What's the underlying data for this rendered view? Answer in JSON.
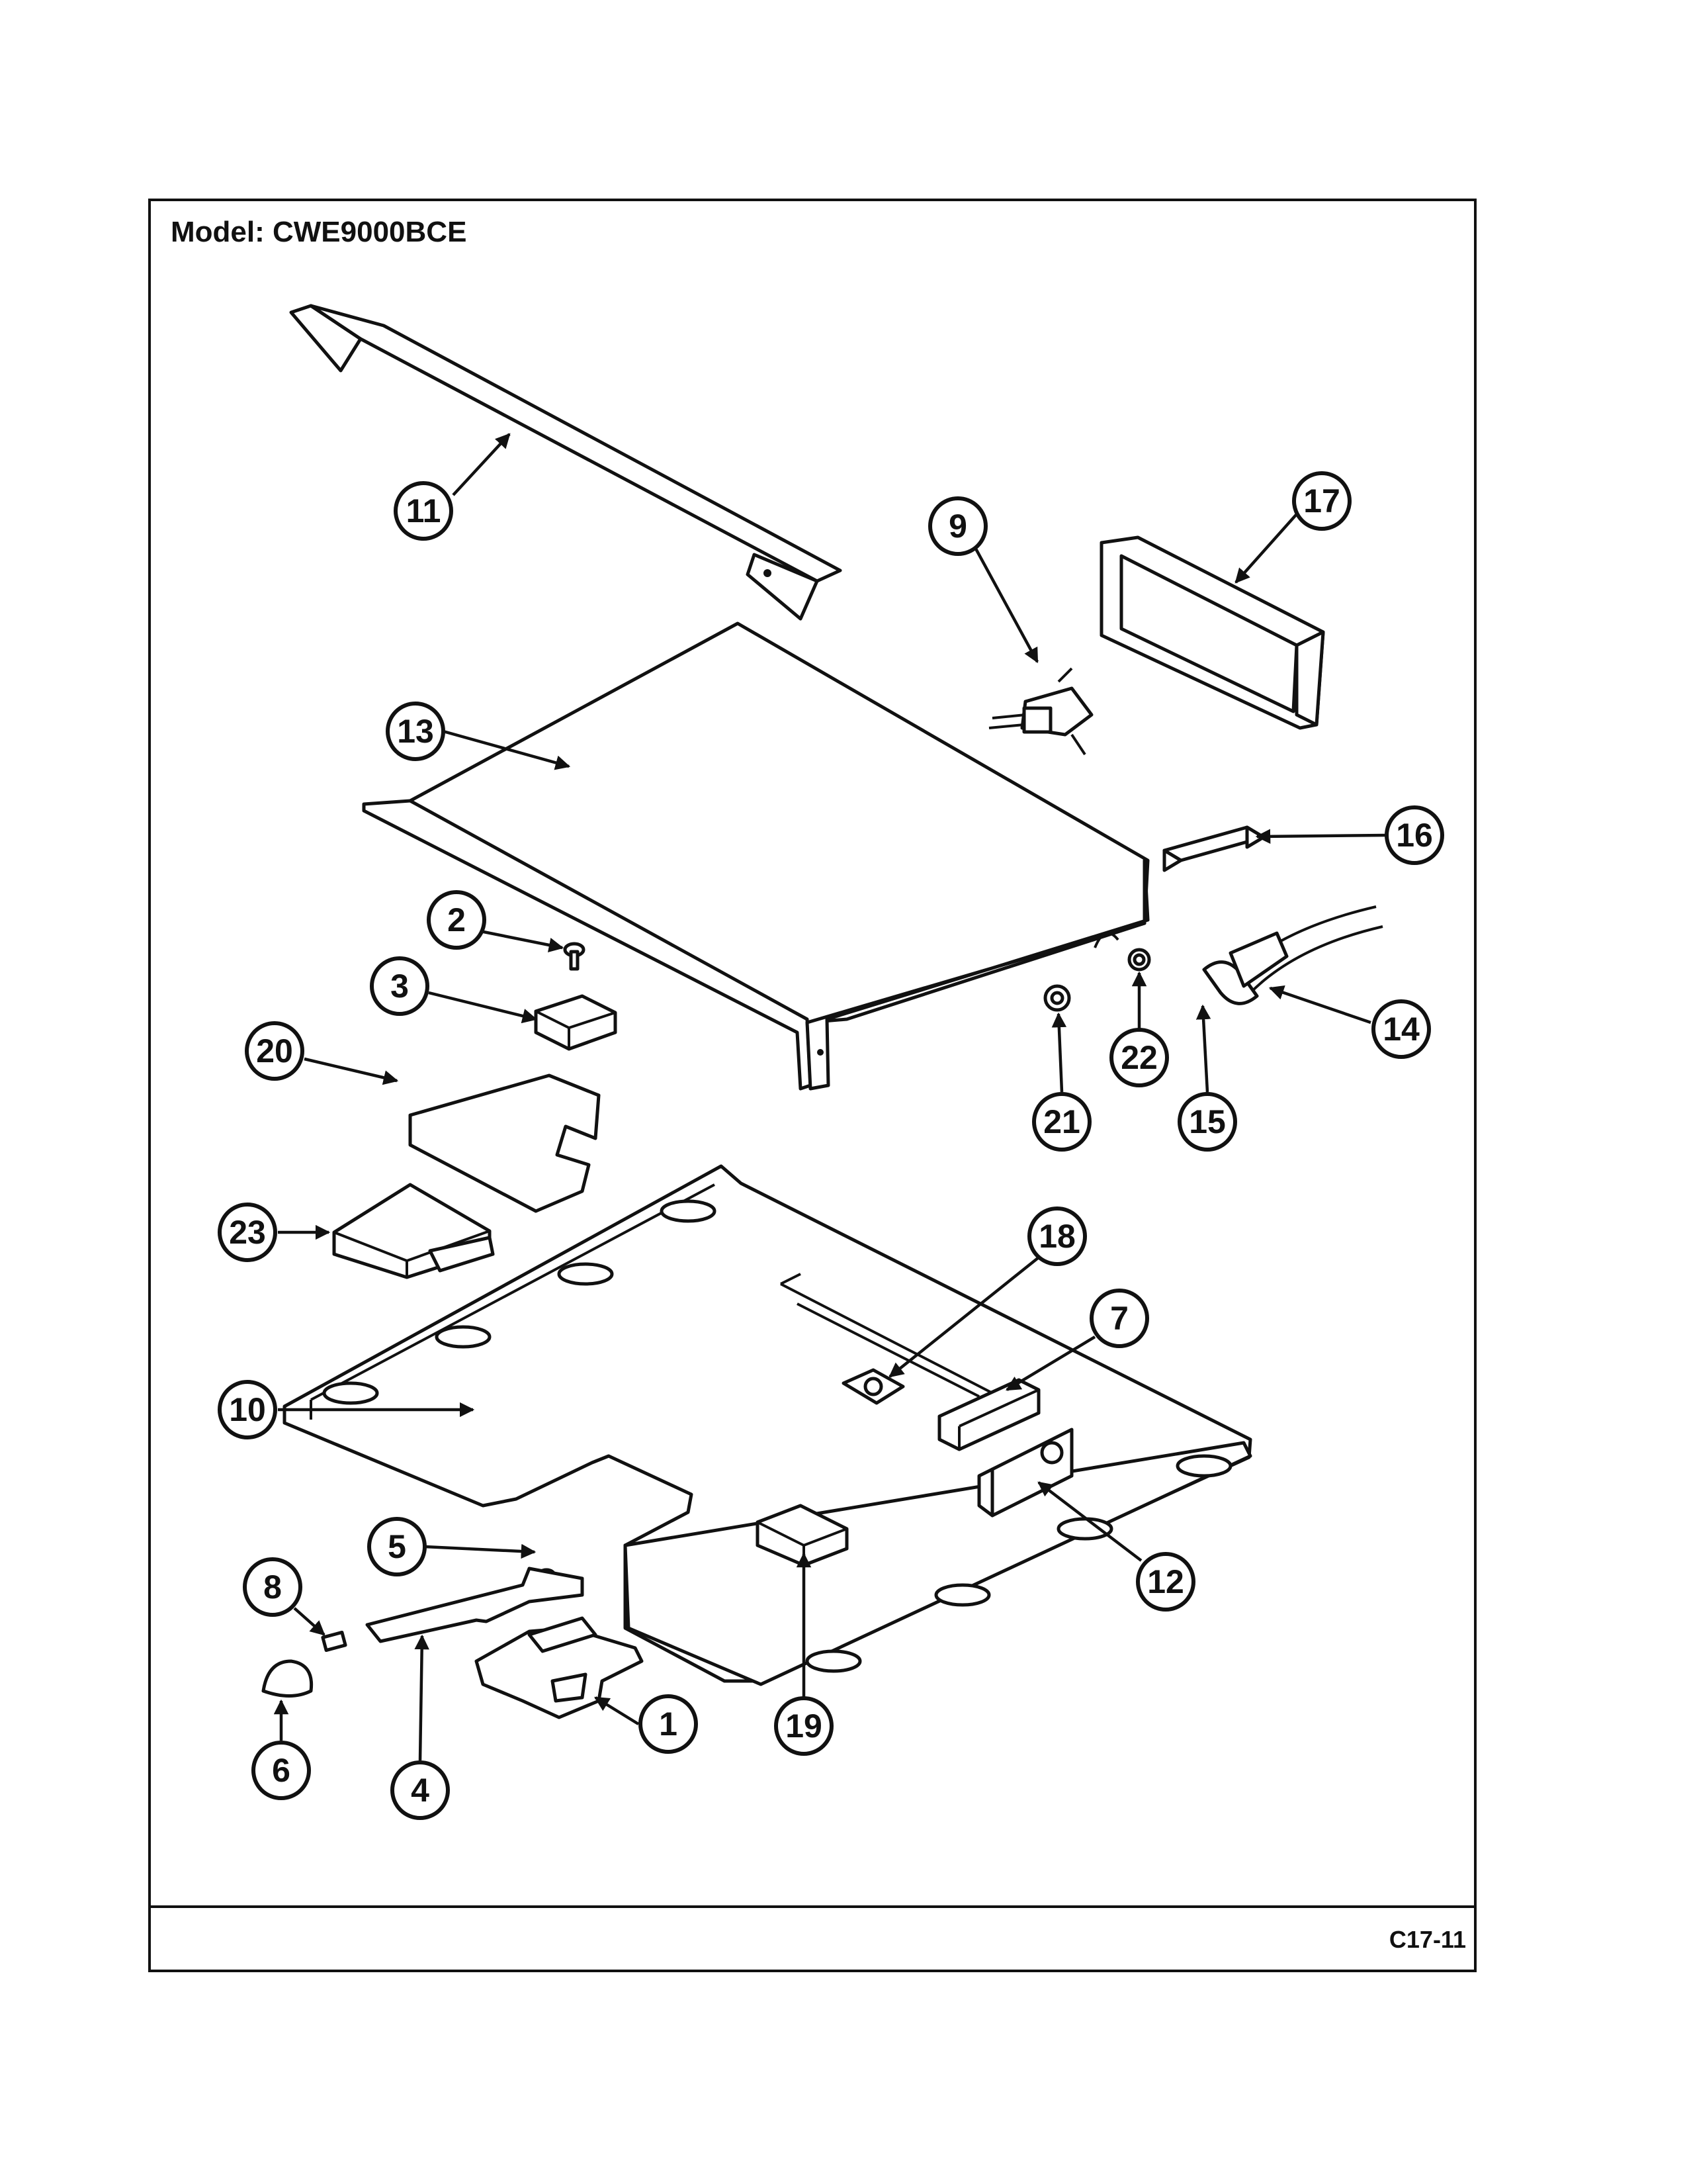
{
  "header": {
    "model_label": "Model:  CWE9000BCE"
  },
  "footer": {
    "page_code": "C17-11"
  },
  "callouts": [
    {
      "id": "1",
      "label": "1"
    },
    {
      "id": "2",
      "label": "2"
    },
    {
      "id": "3",
      "label": "3"
    },
    {
      "id": "4",
      "label": "4"
    },
    {
      "id": "5",
      "label": "5"
    },
    {
      "id": "6",
      "label": "6"
    },
    {
      "id": "7",
      "label": "7"
    },
    {
      "id": "8",
      "label": "8"
    },
    {
      "id": "9",
      "label": "9"
    },
    {
      "id": "10",
      "label": "10"
    },
    {
      "id": "11",
      "label": "11"
    },
    {
      "id": "12",
      "label": "12"
    },
    {
      "id": "13",
      "label": "13"
    },
    {
      "id": "14",
      "label": "14"
    },
    {
      "id": "15",
      "label": "15"
    },
    {
      "id": "16",
      "label": "16"
    },
    {
      "id": "17",
      "label": "17"
    },
    {
      "id": "18",
      "label": "18"
    },
    {
      "id": "19",
      "label": "19"
    },
    {
      "id": "20",
      "label": "20"
    },
    {
      "id": "21",
      "label": "21"
    },
    {
      "id": "22",
      "label": "22"
    },
    {
      "id": "23",
      "label": "23"
    }
  ]
}
